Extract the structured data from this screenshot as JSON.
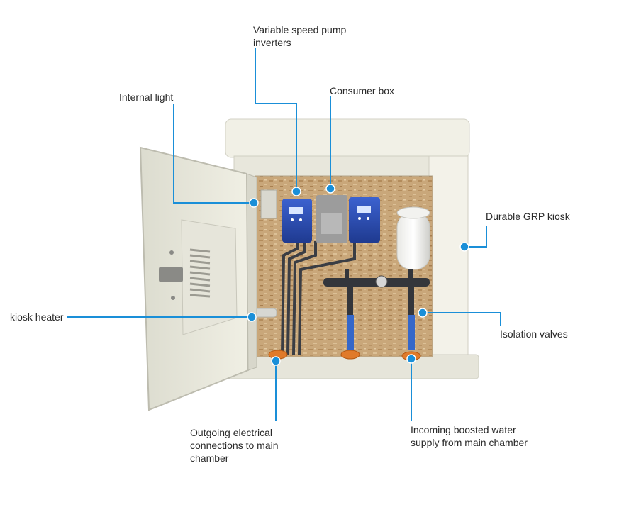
{
  "labels": {
    "inverters_line1": "Variable speed pump",
    "inverters_line2": "inverters",
    "consumer_box": "Consumer box",
    "internal_light": "Internal light",
    "durable_kiosk": "Durable GRP kiosk",
    "kiosk_heater": "kiosk heater",
    "isolation_valves": "Isolation valves",
    "outgoing_line1": "Outgoing electrical",
    "outgoing_line2": "connections to main",
    "outgoing_line3": "chamber",
    "incoming_line1": "Incoming boosted water",
    "incoming_line2": "supply from main chamber"
  },
  "colors": {
    "callout": "#1a8fd8",
    "kiosk_body": "#ecebdf",
    "interior": "#c9a77a",
    "inverter": "#2b49b0",
    "pipe": "#3a3d44",
    "fitting": "#e07a2a"
  }
}
